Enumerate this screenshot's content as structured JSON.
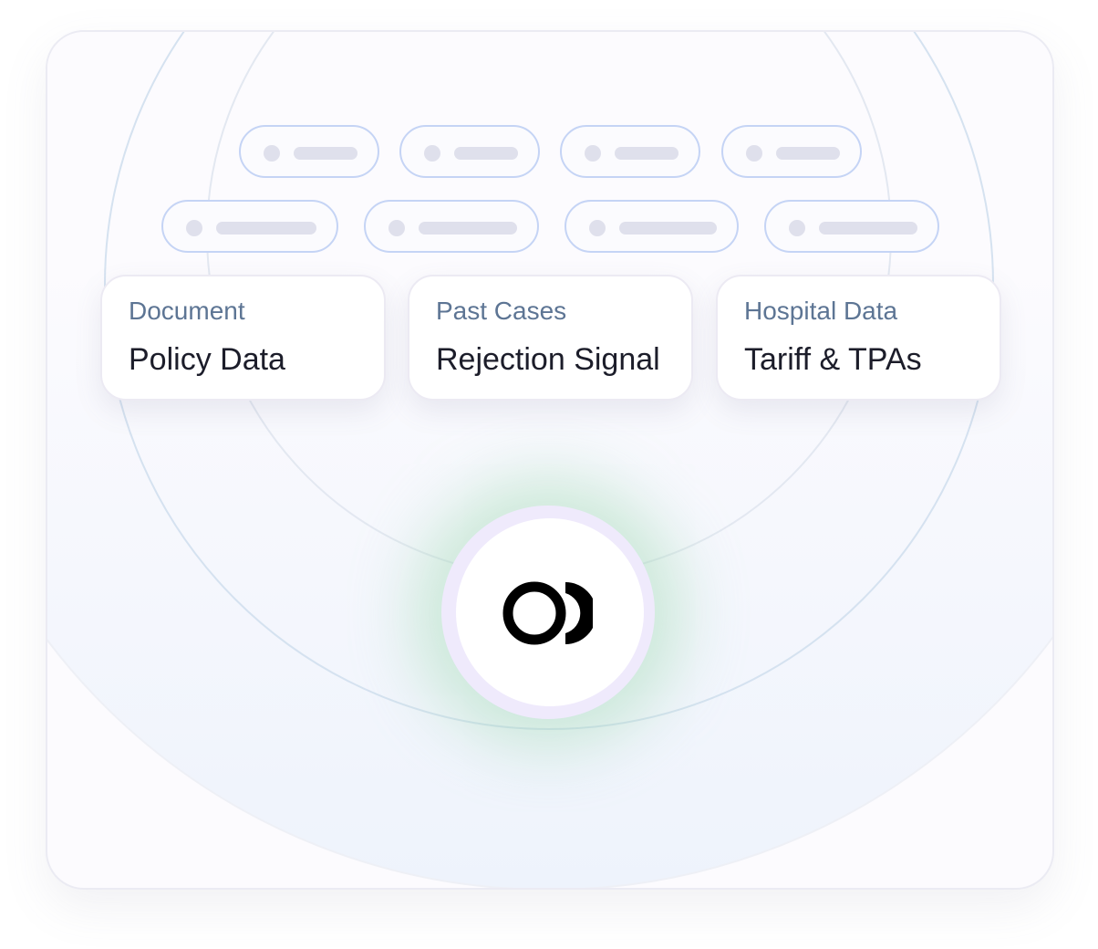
{
  "cards": [
    {
      "category": "Document",
      "title": "Policy Data"
    },
    {
      "category": "Past Cases",
      "title": "Rejection Signal"
    },
    {
      "category": "Hospital Data",
      "title": "Tariff & TPAs"
    }
  ],
  "hub": {
    "icon": "logo-icon"
  },
  "colors": {
    "pill_border": "#c5d4f5",
    "placeholder": "#dfe0ec",
    "category_text": "#5d7594",
    "title_text": "#1c1d2a",
    "glow": "#96d7aa"
  }
}
